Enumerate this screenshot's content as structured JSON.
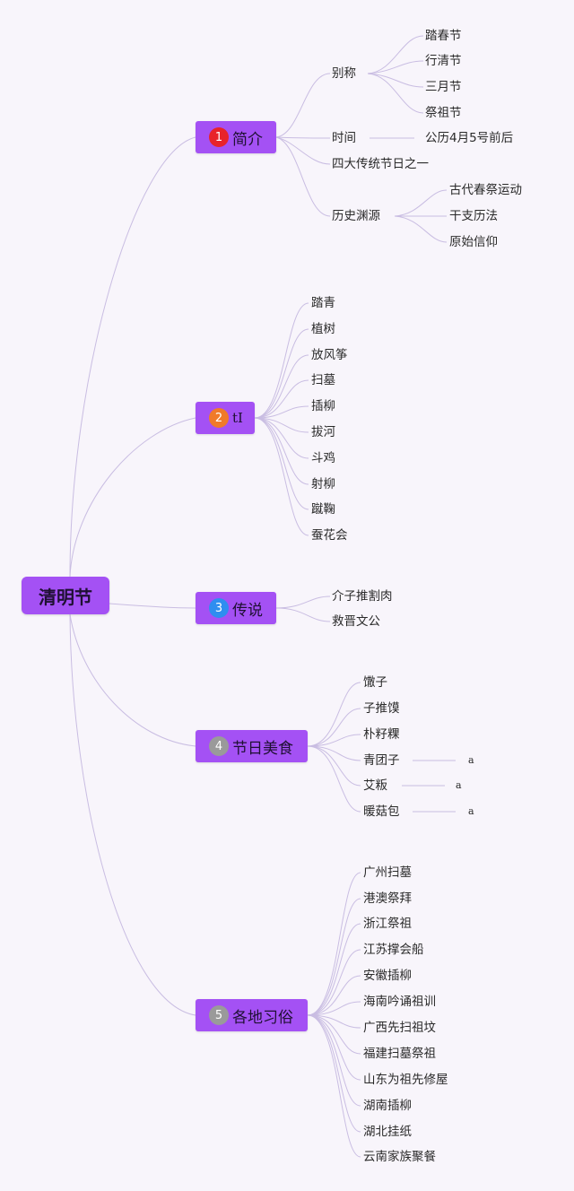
{
  "root": {
    "label": "清明节"
  },
  "colors": {
    "node_fill": "#a451f4",
    "edge": "#c9bde2",
    "badge_red": "#e8232a",
    "badge_orange": "#f07a2a",
    "badge_blue": "#2f8ef0",
    "badge_gray": "#9a9a9a",
    "background": "#f8f5fb"
  },
  "branches": {
    "intro": {
      "badge": "1",
      "badge_color": "#e8232a",
      "label": "简介",
      "alias": {
        "label": "别称",
        "items": [
          "踏春节",
          "行清节",
          "三月节",
          "祭祖节"
        ]
      },
      "time": {
        "label": "时间",
        "value": "公历4月5号前后"
      },
      "four": {
        "label": "四大传统节日之一"
      },
      "origin": {
        "label": "历史渊源",
        "items": [
          "古代春祭运动",
          "干支历法",
          "原始信仰"
        ]
      }
    },
    "activities": {
      "badge": "2",
      "badge_color": "#f07a2a",
      "label": "tI",
      "items": [
        "踏青",
        "植树",
        "放风筝",
        "扫墓",
        "插柳",
        "拔河",
        "斗鸡",
        "射柳",
        "蹴鞠",
        "蚕花会"
      ]
    },
    "legend": {
      "badge": "3",
      "badge_color": "#2f8ef0",
      "label": "传说",
      "items": [
        "介子推割肉",
        "救晋文公"
      ]
    },
    "food": {
      "badge": "4",
      "badge_color": "#9a9a9a",
      "label": "节日美食",
      "items": [
        "馓子",
        "子推馍",
        "朴籽粿",
        "青团子",
        "艾粄",
        "暖菇包"
      ],
      "notes": [
        "a",
        "a",
        "a"
      ]
    },
    "customs": {
      "badge": "5",
      "badge_color": "#9a9a9a",
      "label": "各地习俗",
      "items": [
        "广州扫墓",
        "港澳祭拜",
        "浙江祭祖",
        "江苏撑会船",
        "安徽插柳",
        "海南吟诵祖训",
        "广西先扫祖坟",
        "福建扫墓祭祖",
        "山东为祖先修屋",
        "湖南插柳",
        "湖北挂纸",
        "云南家族聚餐"
      ]
    }
  }
}
